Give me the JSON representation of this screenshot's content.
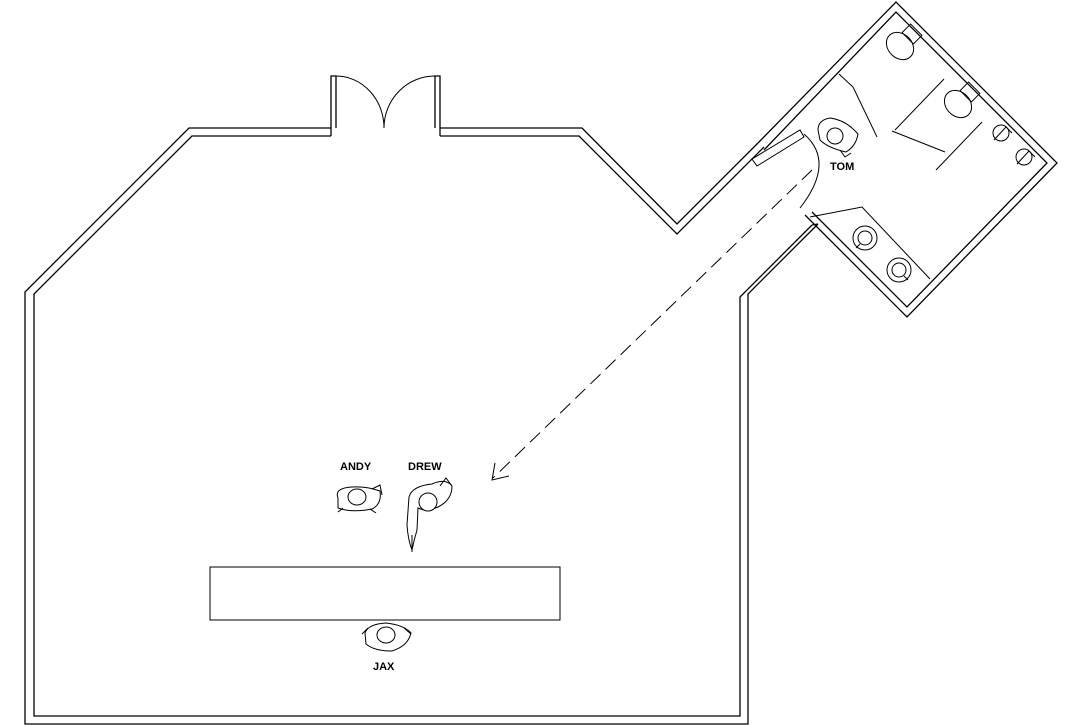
{
  "labels": {
    "andy": "ANDY",
    "drew": "DREW",
    "tom": "TOM",
    "jax": "JAX"
  }
}
